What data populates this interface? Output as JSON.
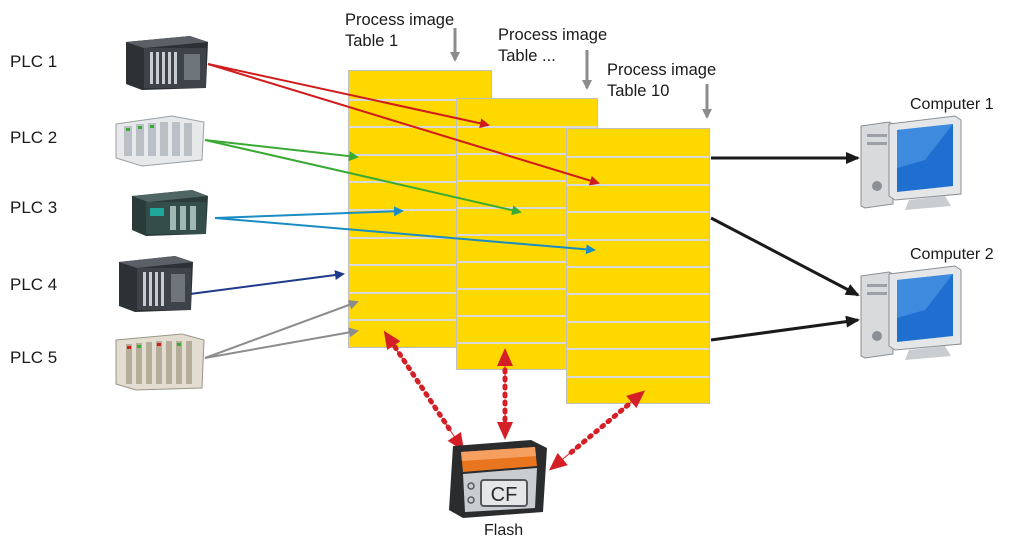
{
  "plcs": [
    {
      "label": "PLC 1",
      "color": "#3a3f44"
    },
    {
      "label": "PLC 2",
      "color": "#d9dde0"
    },
    {
      "label": "PLC 3",
      "color": "#2f5a55"
    },
    {
      "label": "PLC 4",
      "color": "#3a3f44"
    },
    {
      "label": "PLC 5",
      "color": "#d8d4c8"
    }
  ],
  "tables": [
    {
      "line1": "Process image",
      "line2": "Table 1"
    },
    {
      "line1": "Process image",
      "line2": "Table ..."
    },
    {
      "line1": "Process image",
      "line2": "Table 10"
    }
  ],
  "computers": [
    {
      "label": "Computer 1"
    },
    {
      "label": "Computer 2"
    }
  ],
  "flash": {
    "label": "Flash",
    "card_text": "CF"
  },
  "colors": {
    "table_fill": "#ffd800",
    "plc1_arrow": "#d01c1c",
    "plc2_arrow": "#3aaa35",
    "plc3_arrow": "#1a8cc4",
    "plc4_arrow": "#1f3a8a",
    "plc5_arrow": "#8c8c8c",
    "computer_arrow": "#1a1a1a",
    "flash_arrow": "#d41f26"
  }
}
